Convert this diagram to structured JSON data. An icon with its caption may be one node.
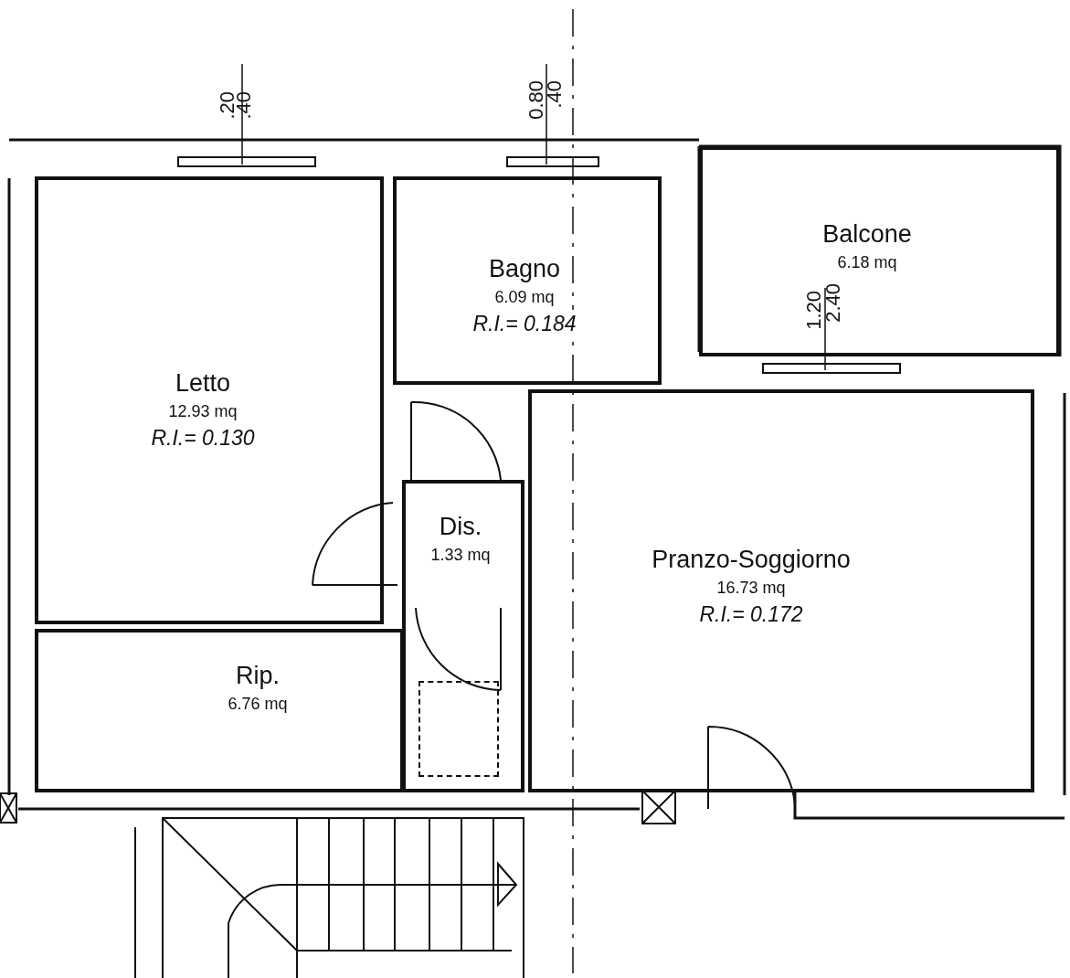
{
  "diagram": {
    "nodes": [
      {
        "text": [
          "Balcone",
          "6.18 mq"
        ]
      },
      {
        "text": [
          "Bagno",
          "6.09 mq",
          "R.I.= 0.184"
        ]
      },
      {
        "text": [
          "Letto",
          "12.93 mq",
          "R.I.= 0.130"
        ]
      },
      {
        "text": [
          "Dis.",
          "1.33 mq"
        ]
      },
      {
        "text": [
          "Pranzo-Soggiorno",
          "16.73 mq",
          "R.I.= 0.172"
        ]
      },
      {
        "text": [
          "Rip.",
          "6.76 mq"
        ]
      },
      {
        "text": [],
        "shape": "box",
        "in": 3
      }
    ],
    "labels": [
      ".20",
      ".40",
      "0.80",
      ".40",
      "1.20",
      "2.40"
    ]
  }
}
